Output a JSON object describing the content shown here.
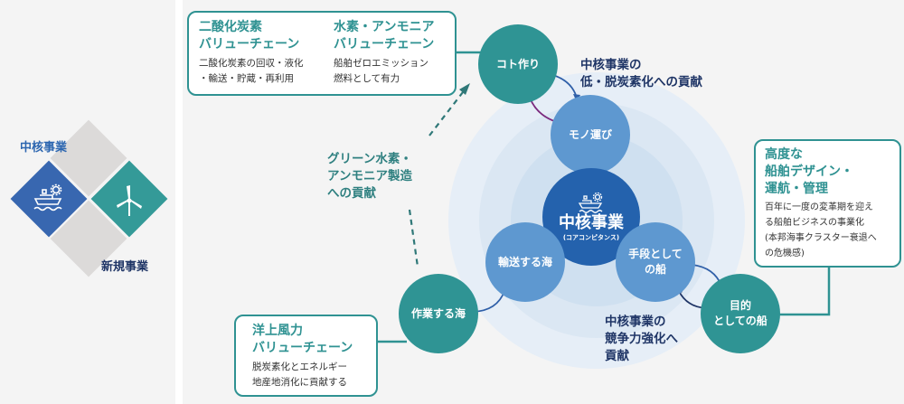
{
  "legend": {
    "core_label": "中核事業",
    "new_label": "新規事業",
    "core_icon": "ship-gear-icon",
    "new_icon": "wind-turbine-icon"
  },
  "boxes": {
    "co2": {
      "title_line1": "二酸化炭素",
      "title_line2": "バリューチェーン",
      "desc_line1": "二酸化炭素の回収・液化",
      "desc_line2": "・輸送・貯蔵・再利用"
    },
    "h2": {
      "title_line1": "水素・アンモニア",
      "title_line2": "バリューチェーン",
      "desc_line1": "船舶ゼロエミッション",
      "desc_line2": "燃料として有力"
    },
    "design": {
      "title_line1": "高度な",
      "title_line2": "船舶デザイン・",
      "title_line3": "運航・管理",
      "desc_line1": "百年に一度の変革期を迎え",
      "desc_line2": "る船舶ビジネスの事業化",
      "desc_line3": "(本邦海事クラスター衰退へ",
      "desc_line4": "の危機感)"
    },
    "wind": {
      "title_line1": "洋上風力",
      "title_line2": "バリューチェーン",
      "desc_line1": "脱炭素化とエネルギー",
      "desc_line2": "地産地消化に貢献する"
    }
  },
  "circles": {
    "koto": "コト作り",
    "mono": "モノ運び",
    "core_title": "中核事業",
    "core_sub": "(コアコンピタンス)",
    "yuso": "輸送する海",
    "shudan_line1": "手段として",
    "shudan_line2": "の船",
    "sagyo": "作業する海",
    "mokuteki_line1": "目的",
    "mokuteki_line2": "としての船"
  },
  "annotations": {
    "decarb_line1": "中核事業の",
    "decarb_line2": "低・脱炭素化への貢献",
    "green_line1": "グリーン水素・",
    "green_line2": "アンモニア製造",
    "green_line3": "への貢献",
    "compete_line1": "中核事業の",
    "compete_line2": "競争力強化へ",
    "compete_line3": "貢献"
  },
  "colors": {
    "teal": "#2f9494",
    "mid_blue": "#5e98d0",
    "core_blue": "#2462ad",
    "navy_text": "#1f3566",
    "purple_arrow": "#7b2a7e"
  }
}
